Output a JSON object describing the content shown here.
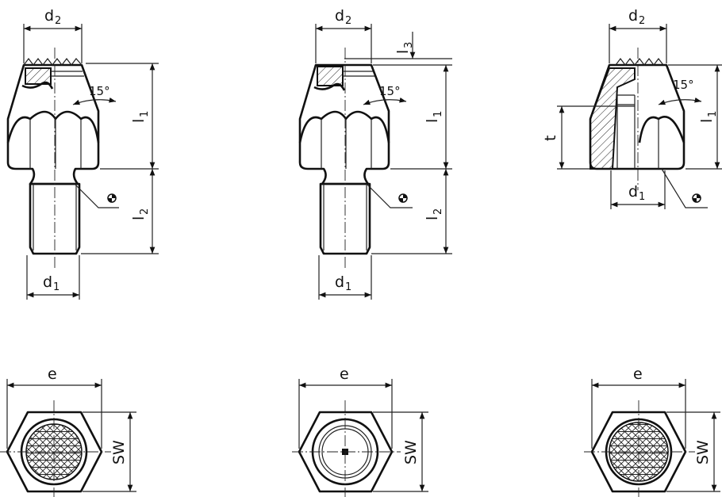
{
  "labels": {
    "d": "d",
    "sub_1": "1",
    "sub_2": "2",
    "sub_3": "3",
    "l": "l",
    "t": "t",
    "e": "e",
    "sw": "SW",
    "angle": "15°"
  },
  "colors": {
    "line": "#111111",
    "background": "#ffffff"
  },
  "symbols": {
    "surface_mark": "center-mark-icon"
  }
}
